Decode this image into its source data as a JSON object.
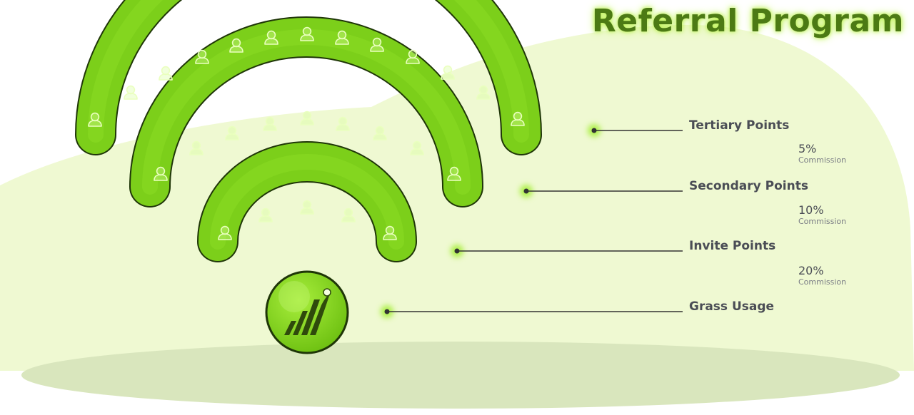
{
  "title": "Referral Program",
  "tiers": [
    {
      "label": "Tertiary Points",
      "percent": "5%",
      "commission": "Commission"
    },
    {
      "label": "Secondary Points",
      "percent": "10%",
      "commission": "Commission"
    },
    {
      "label": "Invite Points",
      "percent": "20%",
      "commission": "Commission"
    },
    {
      "label": "Grass Usage"
    }
  ],
  "icons": {
    "user": "person-icon",
    "logo": "grass-logo-icon"
  },
  "colors": {
    "band_fill": "#7ccf1a",
    "band_outline": "#1f3608",
    "background_blob": "#eff9d2",
    "ground_shadow": "#d9e6bd",
    "title": "#4c7a14",
    "text": "#4a4d55"
  }
}
